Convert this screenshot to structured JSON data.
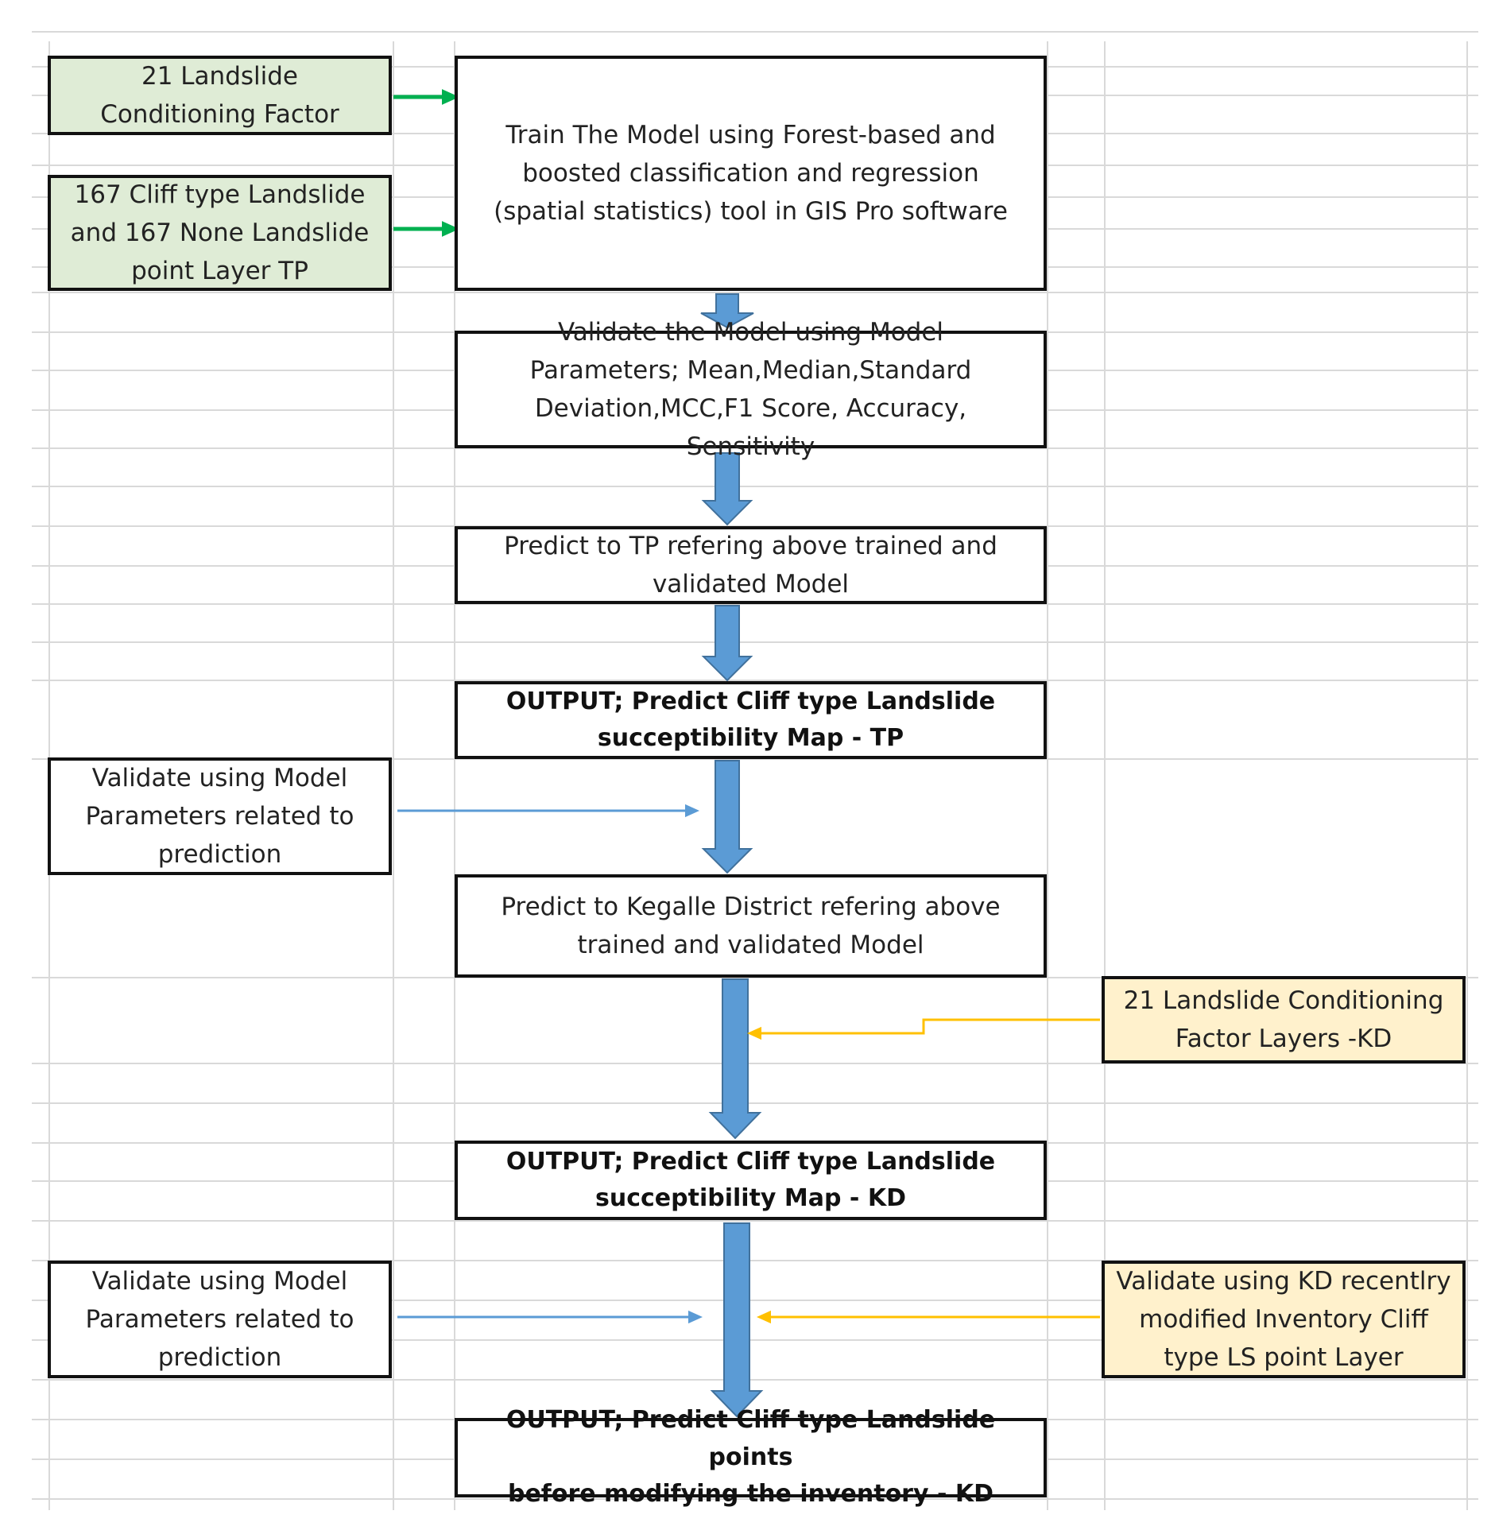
{
  "boxes": {
    "landslide_factor": "21 Landslide\nConditioning Factor",
    "cliff_points": "167 Cliff type Landslide\nand 167 None Landslide\npoint Layer TP",
    "train_model": "Train The Model using Forest-based and\nboosted classification and regression\n(spatial statistics) tool in GIS Pro software",
    "validate_model": "Validate the Model using Model\nParameters; Mean,Median,Standard\nDeviation,MCC,F1 Score, Accuracy, Sensitivity",
    "predict_tp": "Predict to TP refering  above trained and\nvalidated Model",
    "output_tp": "OUTPUT; Predict Cliff type Landslide\nsucceptibility Map - TP",
    "validate_prediction_1": "Validate using Model\nParameters related to\nprediction",
    "predict_kegalle": "Predict to Kegalle District refering  above\ntrained and validated Model",
    "factor_layers_kd": "21 Landslide Conditioning\nFactor Layers -KD",
    "output_kd": "OUTPUT; Predict Cliff type Landslide\nsucceptibility Map - KD",
    "validate_prediction_2": "Validate using Model\nParameters related to\nprediction",
    "validate_inventory": "Validate using KD recentlry\nmodified Inventory Cliff\ntype LS point Layer",
    "output_points": "OUTPUT; Predict Cliff type Landslide points\nbefore modifying the inventory - KD"
  },
  "colors": {
    "green_fill": "#dfecd6",
    "yellow_fill": "#fff1cc",
    "block_arrow": "#5b9bd5",
    "green_arrow": "#00b050",
    "blue_arrow": "#5b9bd5",
    "yellow_arrow": "#ffc000",
    "grid": "#d9d9d9"
  }
}
